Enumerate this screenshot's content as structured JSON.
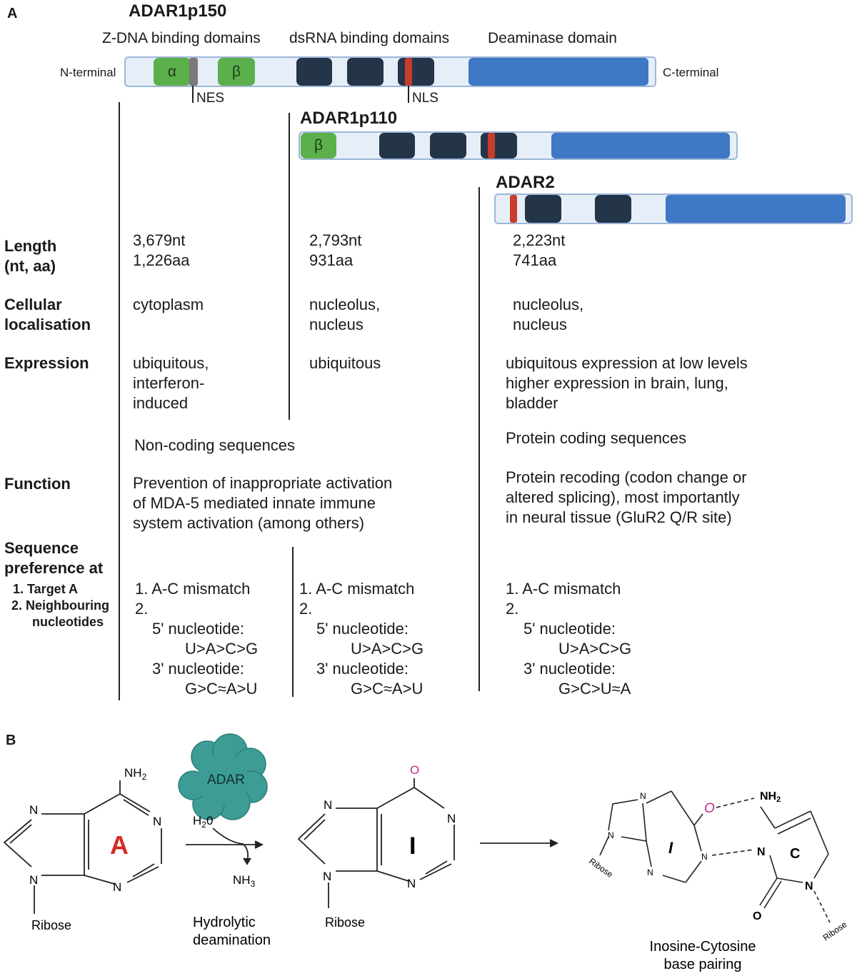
{
  "panel_a": {
    "letter": "A",
    "adar1p150": {
      "title": "ADAR1p150",
      "zdna_head": "Z-DNA binding domains",
      "dsrna_head": "dsRNA binding domains",
      "deam_head": "Deaminase domain",
      "n_terminal": "N-terminal",
      "c_terminal": "C-terminal",
      "alpha": "α",
      "beta": "β",
      "nes": "NES",
      "nls": "NLS"
    },
    "adar1p110": {
      "title": "ADAR1p110",
      "beta": "β"
    },
    "adar2": {
      "title": "ADAR2"
    },
    "rows": {
      "length_label": [
        "Length",
        "(nt, aa)"
      ],
      "loc_label": [
        "Cellular",
        "localisation"
      ],
      "expr_label": "Expression",
      "function_label": "Function",
      "seq_label": [
        "Sequence",
        "preference at"
      ],
      "seq_sub": [
        "1. Target A",
        "2. Neighbouring",
        "nucleotides"
      ]
    },
    "p150": {
      "length": [
        "3,679nt",
        "1,226aa"
      ],
      "loc": [
        "cytoplasm"
      ],
      "expr": [
        "ubiquitous,",
        "interferon-",
        "induced"
      ]
    },
    "p110": {
      "length": [
        "2,793nt",
        "931aa"
      ],
      "loc": [
        "nucleolus,",
        "nucleus"
      ],
      "expr": [
        "ubiquitous"
      ]
    },
    "adar2_col": {
      "length": [
        "2,223nt",
        "741aa"
      ],
      "loc": [
        "nucleolus,",
        "nucleus"
      ],
      "expr": [
        "ubiquitous expression at low levels",
        "higher expression in brain, lung,",
        "bladder"
      ],
      "coding": "Protein coding sequences",
      "function": [
        "Protein recoding (codon change or",
        "altered splicing), most importantly",
        "in neural tissue (GluR2 Q/R site)"
      ]
    },
    "adar1_shared": {
      "noncoding": "Non-coding sequences",
      "function": [
        "Prevention of inappropriate activation",
        "of MDA-5 mediated innate immune",
        "system activation (among others)"
      ]
    },
    "seq": {
      "p150": [
        "1. A-C mismatch",
        "2.",
        "5' nucleotide:",
        "U>A>C>G",
        "3' nucleotide:",
        "G>C≈A>U"
      ],
      "p110": [
        "1. A-C mismatch",
        "2.",
        "5' nucleotide:",
        "U>A>C>G",
        "3' nucleotide:",
        "G>C≈A>U"
      ],
      "adar2": [
        "1. A-C mismatch",
        "2.",
        "5' nucleotide:",
        "U>A>C>G",
        "3' nucleotide:",
        "G>C>U≈A"
      ]
    }
  },
  "panel_b": {
    "letter": "B",
    "adenosine": {
      "letter": "A",
      "nh2": "NH",
      "nh2_sub": "2",
      "n": "N",
      "ribose": "Ribose"
    },
    "enzyme": "ADAR",
    "water": "H",
    "water_sub": "2",
    "water_end": "0",
    "ammonia": "NH",
    "ammonia_sub": "3",
    "reaction": [
      "Hydrolytic",
      "deamination"
    ],
    "inosine": {
      "letter": "I",
      "o": "O",
      "n": "N",
      "ribose": "Ribose"
    },
    "pairing": {
      "o": "O",
      "nh2": "NH",
      "nh2_sub": "2",
      "n": "N",
      "i": "I",
      "c": "C",
      "o2": "O",
      "ribose": "Ribose",
      "caption": [
        "Inosine-Cytosine",
        "base pairing"
      ]
    },
    "colors": {
      "adenine_letter": "#d42a22",
      "oxygen": "#c2288a",
      "enzyme": "#3d9c96"
    }
  }
}
